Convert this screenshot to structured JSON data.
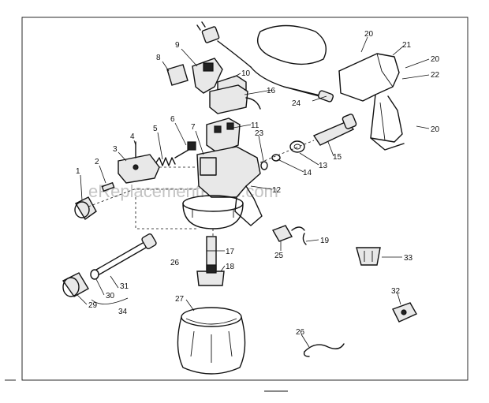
{
  "watermark": "eReplacementParts.com",
  "callouts": {
    "c1": "1",
    "c2": "2",
    "c3": "3",
    "c4": "4",
    "c5": "5",
    "c6": "6",
    "c7": "7",
    "c8": "8",
    "c9": "9",
    "c10": "10",
    "c11": "11",
    "c12": "12",
    "c13": "13",
    "c14": "14",
    "c15": "15",
    "c16": "16",
    "c17": "17",
    "c18": "18",
    "c19": "19",
    "c20a": "20",
    "c20b": "20",
    "c20c": "20",
    "c21": "21",
    "c22": "22",
    "c23": "23",
    "c24": "24",
    "c25": "25",
    "c26a": "26",
    "c26b": "26",
    "c27": "27",
    "c29": "29",
    "c30": "30",
    "c31": "31",
    "c32": "32",
    "c33": "33",
    "c34": "34"
  }
}
